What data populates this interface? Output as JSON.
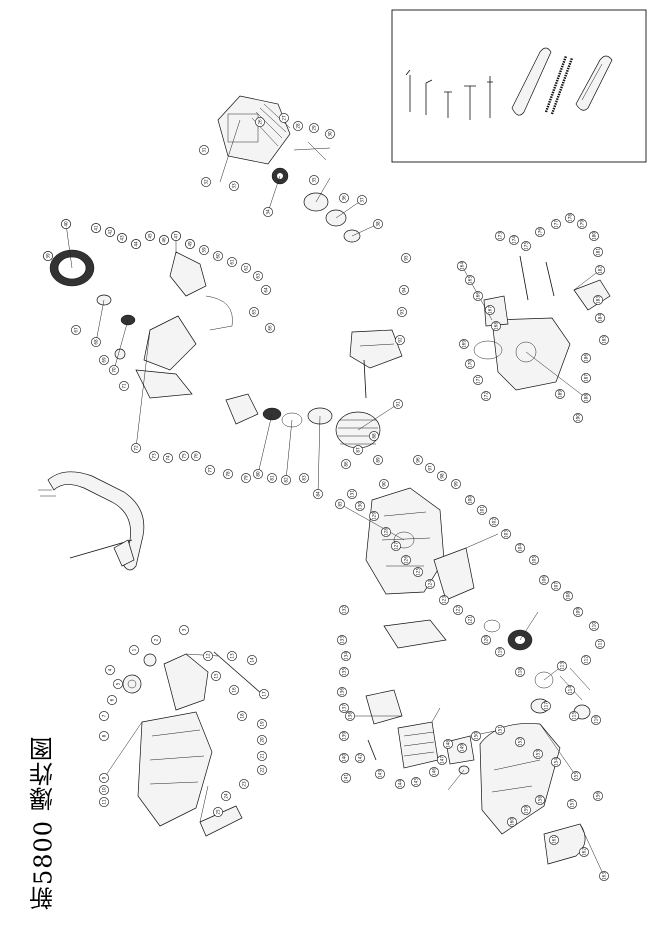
{
  "drawing": {
    "title": "新5800 爆炸图"
  },
  "callouts": [
    {
      "label": "57"
    },
    {
      "label": "56"
    },
    {
      "label": "48"
    },
    {
      "label": "51"
    },
    {
      "label": "52"
    },
    {
      "label": "53"
    },
    {
      "label": "54"
    },
    {
      "label": "55"
    },
    {
      "label": "50"
    },
    {
      "label": "58"
    },
    {
      "label": "59"
    },
    {
      "label": "60"
    },
    {
      "label": "61"
    },
    {
      "label": "62"
    },
    {
      "label": "63"
    },
    {
      "label": "64"
    },
    {
      "label": "65"
    },
    {
      "label": "66"
    },
    {
      "label": "67"
    },
    {
      "label": "68"
    },
    {
      "label": "69"
    },
    {
      "label": "70"
    },
    {
      "label": "71"
    },
    {
      "label": "72"
    },
    {
      "label": "73"
    },
    {
      "label": "74"
    },
    {
      "label": "75"
    },
    {
      "label": "76"
    },
    {
      "label": "77"
    },
    {
      "label": "78"
    },
    {
      "label": "79"
    },
    {
      "label": "80"
    },
    {
      "label": "81"
    },
    {
      "label": "82"
    },
    {
      "label": "83"
    },
    {
      "label": "84"
    },
    {
      "label": "85"
    },
    {
      "label": "86"
    },
    {
      "label": "87"
    },
    {
      "label": "88"
    },
    {
      "label": "89"
    },
    {
      "label": "90"
    },
    {
      "label": "91"
    },
    {
      "label": "92"
    },
    {
      "label": "93"
    },
    {
      "label": "94"
    },
    {
      "label": "95"
    },
    {
      "label": "96"
    },
    {
      "label": "97"
    },
    {
      "label": "98"
    },
    {
      "label": "99"
    },
    {
      "label": "100"
    },
    {
      "label": "101"
    },
    {
      "label": "102"
    },
    {
      "label": "103"
    },
    {
      "label": "104"
    },
    {
      "label": "105"
    },
    {
      "label": "106"
    },
    {
      "label": "107"
    },
    {
      "label": "108"
    },
    {
      "label": "109"
    },
    {
      "label": "110"
    },
    {
      "label": "111"
    },
    {
      "label": "112"
    },
    {
      "label": "113"
    },
    {
      "label": "114"
    },
    {
      "label": "115"
    },
    {
      "label": "116"
    },
    {
      "label": "117"
    },
    {
      "label": "118"
    },
    {
      "label": "119"
    },
    {
      "label": "120"
    },
    {
      "label": "121"
    },
    {
      "label": "122"
    },
    {
      "label": "123"
    },
    {
      "label": "124"
    },
    {
      "label": "125"
    },
    {
      "label": "126"
    },
    {
      "label": "127"
    },
    {
      "label": "128"
    },
    {
      "label": "129"
    },
    {
      "label": "130"
    },
    {
      "label": "131"
    },
    {
      "label": "132"
    },
    {
      "label": "133"
    },
    {
      "label": "134"
    },
    {
      "label": "135"
    },
    {
      "label": "136"
    },
    {
      "label": "137"
    },
    {
      "label": "138"
    },
    {
      "label": "139"
    },
    {
      "label": "140"
    },
    {
      "label": "141"
    },
    {
      "label": "142"
    },
    {
      "label": "143"
    },
    {
      "label": "144"
    },
    {
      "label": "145"
    },
    {
      "label": "146"
    },
    {
      "label": "147"
    },
    {
      "label": "148"
    },
    {
      "label": "149"
    },
    {
      "label": "150"
    },
    {
      "label": "151"
    },
    {
      "label": "152"
    },
    {
      "label": "153"
    },
    {
      "label": "154"
    },
    {
      "label": "155"
    },
    {
      "label": "156"
    },
    {
      "label": "157"
    },
    {
      "label": "158"
    },
    {
      "label": "159"
    },
    {
      "label": "160"
    },
    {
      "label": "161"
    },
    {
      "label": "162"
    },
    {
      "label": "163"
    },
    {
      "label": "164"
    },
    {
      "label": "165"
    },
    {
      "label": "166"
    },
    {
      "label": "167"
    },
    {
      "label": "168"
    },
    {
      "label": "169"
    },
    {
      "label": "170"
    },
    {
      "label": "171"
    },
    {
      "label": "172"
    },
    {
      "label": "173"
    },
    {
      "label": "174"
    },
    {
      "label": "175"
    },
    {
      "label": "176"
    },
    {
      "label": "177"
    },
    {
      "label": "178"
    },
    {
      "label": "179"
    },
    {
      "label": "180"
    },
    {
      "label": "181"
    },
    {
      "label": "182"
    },
    {
      "label": "183"
    },
    {
      "label": "184"
    },
    {
      "label": "185"
    },
    {
      "label": "186"
    },
    {
      "label": "187"
    },
    {
      "label": "188"
    },
    {
      "label": "189"
    },
    {
      "label": "190"
    },
    {
      "label": "1"
    },
    {
      "label": "2"
    },
    {
      "label": "3"
    },
    {
      "label": "4"
    },
    {
      "label": "5"
    },
    {
      "label": "6"
    },
    {
      "label": "7"
    },
    {
      "label": "8"
    },
    {
      "label": "9"
    },
    {
      "label": "10"
    },
    {
      "label": "11"
    },
    {
      "label": "12"
    },
    {
      "label": "13"
    },
    {
      "label": "14"
    },
    {
      "label": "15"
    },
    {
      "label": "16"
    },
    {
      "label": "17"
    },
    {
      "label": "18"
    },
    {
      "label": "19"
    },
    {
      "label": "20"
    },
    {
      "label": "21"
    },
    {
      "label": "22"
    },
    {
      "label": "23"
    },
    {
      "label": "24"
    },
    {
      "label": "25"
    },
    {
      "label": "26"
    },
    {
      "label": "27"
    },
    {
      "label": "28"
    },
    {
      "label": "29"
    },
    {
      "label": "30"
    },
    {
      "label": "31"
    },
    {
      "label": "32"
    },
    {
      "label": "33"
    },
    {
      "label": "34"
    },
    {
      "label": "35"
    },
    {
      "label": "36"
    },
    {
      "label": "37"
    },
    {
      "label": "38"
    },
    {
      "label": "39"
    },
    {
      "label": "40"
    },
    {
      "label": "41"
    },
    {
      "label": "42"
    },
    {
      "label": "43"
    },
    {
      "label": "44"
    },
    {
      "label": "45"
    },
    {
      "label": "46"
    },
    {
      "label": "47"
    },
    {
      "label": "49"
    }
  ]
}
